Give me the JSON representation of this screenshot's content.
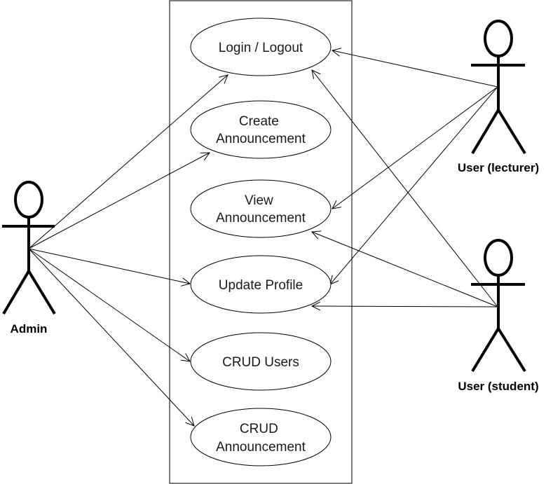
{
  "diagram": {
    "use_cases": [
      {
        "id": "login",
        "lines": [
          "Login / Logout"
        ]
      },
      {
        "id": "create",
        "lines": [
          "Create",
          "Announcement"
        ]
      },
      {
        "id": "view",
        "lines": [
          "View",
          "Announcement"
        ]
      },
      {
        "id": "update",
        "lines": [
          "Update Profile"
        ]
      },
      {
        "id": "crud-users",
        "lines": [
          "CRUD Users"
        ]
      },
      {
        "id": "crud-ann",
        "lines": [
          "CRUD",
          "Announcement"
        ]
      }
    ],
    "actors": [
      {
        "id": "admin",
        "label": "Admin"
      },
      {
        "id": "lecturer",
        "label": "User (lecturer)"
      },
      {
        "id": "student",
        "label": "User (student)"
      }
    ],
    "associations": [
      {
        "from": "admin",
        "to": "login"
      },
      {
        "from": "admin",
        "to": "create"
      },
      {
        "from": "admin",
        "to": "update"
      },
      {
        "from": "admin",
        "to": "crud-users"
      },
      {
        "from": "admin",
        "to": "crud-ann"
      },
      {
        "from": "lecturer",
        "to": "login"
      },
      {
        "from": "lecturer",
        "to": "view"
      },
      {
        "from": "lecturer",
        "to": "update"
      },
      {
        "from": "student",
        "to": "login"
      },
      {
        "from": "student",
        "to": "view"
      },
      {
        "from": "student",
        "to": "update"
      }
    ]
  }
}
